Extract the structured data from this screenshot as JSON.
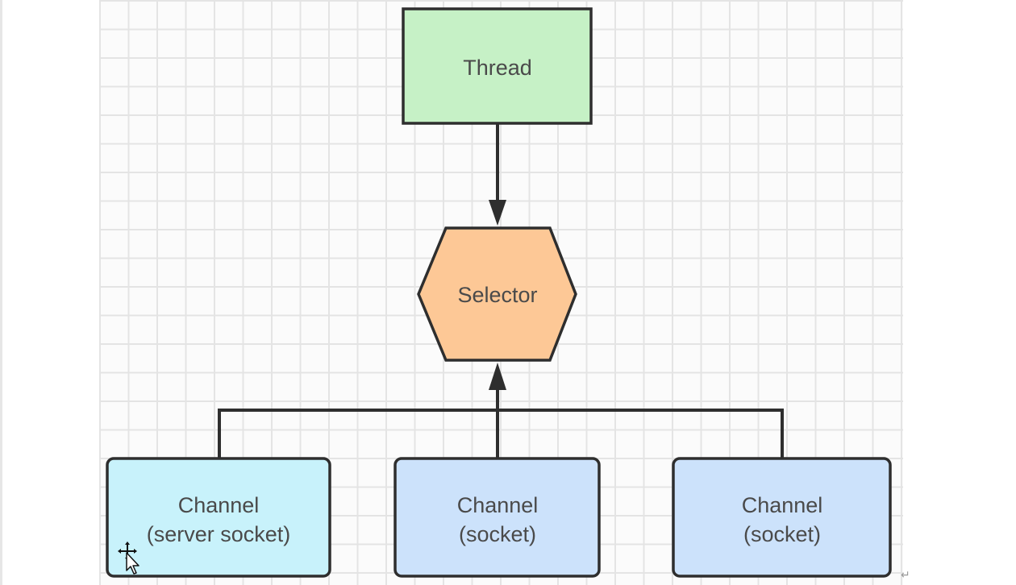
{
  "nodes": {
    "thread": {
      "label": "Thread",
      "fill": "#c6f1c6"
    },
    "selector": {
      "label": "Selector",
      "fill": "#fdc896"
    },
    "channel_server": {
      "line1": "Channel",
      "line2": "(server socket)",
      "fill": "#c8f2fb"
    },
    "channel_socket_1": {
      "line1": "Channel",
      "line2": "(socket)",
      "fill": "#cce2fb"
    },
    "channel_socket_2": {
      "line1": "Channel",
      "line2": "(socket)",
      "fill": "#cce2fb"
    }
  },
  "edges": [
    {
      "from": "thread",
      "to": "selector"
    },
    {
      "from": "channel_server",
      "to": "selector"
    },
    {
      "from": "channel_socket_1",
      "to": "selector"
    },
    {
      "from": "channel_socket_2",
      "to": "selector"
    }
  ],
  "colors": {
    "stroke": "#2e2e2e",
    "grid": "#e4e4e4",
    "text": "#4a4a4a"
  },
  "icons": [
    "move-cursor-icon",
    "arrow-cursor-icon",
    "paragraph-return-icon"
  ]
}
